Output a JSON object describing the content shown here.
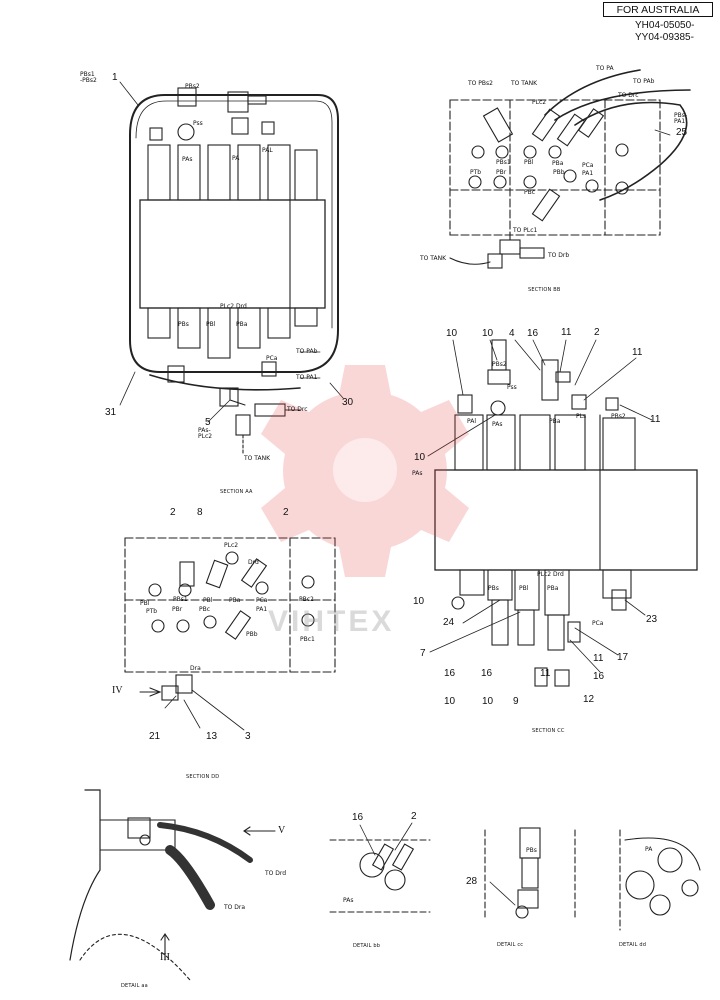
{
  "header": {
    "market_box": "FOR AUSTRALIA",
    "serial_1": "YH04-05050-",
    "serial_2": "YY04-09385-"
  },
  "watermark": {
    "text": "VIHTEX",
    "color": "#e8484b"
  },
  "section_aa": {
    "caption": "SECTION AA",
    "texts": {
      "pbs1_pbs2": "PBs1\n-PBs2",
      "pbs2": "PBs2",
      "pss": "Pss",
      "pas": "PAs",
      "pa": "PA",
      "pal": "PAL",
      "plc2_drd": "PLc2 Drd",
      "pbs": "PBs",
      "pbl": "PBl",
      "pba": "PBa",
      "pca": "PCa",
      "to_pab": "TO PAb",
      "to_pa1": "TO PA1",
      "to_drc": "TO Drc",
      "pas_plc2": "PAs-\nPLc2",
      "to_tank": "TO TANK"
    },
    "callouts": [
      "1",
      "31",
      "30",
      "5"
    ]
  },
  "section_bb": {
    "caption": "SECTION BB",
    "texts": {
      "to_pbs2": "TO PBs2",
      "to_tank": "TO TANK",
      "to_pa": "TO PA",
      "to_pab": "TO PAb",
      "to_drc": "TO Drc",
      "plc2": "PLc2",
      "pbs_pa1": "PBs-\nPA1",
      "pbs1": "PBs1",
      "pbl": "PBl",
      "pba": "PBa",
      "pca": "PCa",
      "ptb": "PTb",
      "pbr": "PBr",
      "pbb": "PBb",
      "pa1": "PA1",
      "pbc": "PBc",
      "to_plc1": "TO PLc1",
      "to_tank2": "TO TANK",
      "to_drb": "TO Drb"
    },
    "callouts": [
      "25"
    ]
  },
  "section_cc": {
    "caption": "SECTION CC",
    "texts": {
      "pbs2": "PBs2",
      "pss": "Pss",
      "pas": "PAs",
      "pal": "PAl",
      "pba": "PBa",
      "pls": "PLs",
      "pbs2b": "PBs2",
      "pas_side": "PAs",
      "plc2_drd": "PLc2 Drd",
      "pca": "PCa",
      "pbs": "PBs",
      "pbl": "PBl",
      "pba2": "PBa"
    },
    "callouts": [
      "10",
      "10",
      "4",
      "16",
      "11",
      "2",
      "11",
      "11",
      "10",
      "10",
      "24",
      "7",
      "16",
      "16",
      "10",
      "11",
      "17",
      "23",
      "9",
      "12",
      "16",
      "11",
      "10"
    ]
  },
  "section_dd": {
    "caption": "SECTION DD",
    "texts": {
      "plc2": "PLc2",
      "drd": "Drd",
      "pbs1": "PBs1",
      "pbl": "PBl",
      "pba": "PBa",
      "pca": "PCa",
      "pbl2": "PBl",
      "ptb": "PTb",
      "pbr": "PBr",
      "pbc": "PBc",
      "pbb": "PBb",
      "pa1": "PA1",
      "pbc2": "PBc2",
      "pbc1": "PBc1",
      "dra": "Dra",
      "arrow_iv": "IV"
    },
    "callouts": [
      "2",
      "8",
      "2",
      "21",
      "13",
      "3"
    ]
  },
  "detail_aa": {
    "caption": "DETAIL aa",
    "texts": {
      "arrow_v": "V",
      "to_drd": "TO Drd",
      "to_dra": "TO Dra",
      "arrow_iii": "III"
    }
  },
  "detail_bb": {
    "caption": "DETAIL bb",
    "texts": {
      "pas": "PAs"
    },
    "callouts": [
      "16",
      "2"
    ]
  },
  "detail_cc": {
    "caption": "DETAIL cc",
    "texts": {
      "pbs": "PBs"
    },
    "callouts": [
      "28"
    ]
  },
  "detail_dd": {
    "caption": "DETAIL dd",
    "texts": {
      "pa": "PA"
    }
  }
}
